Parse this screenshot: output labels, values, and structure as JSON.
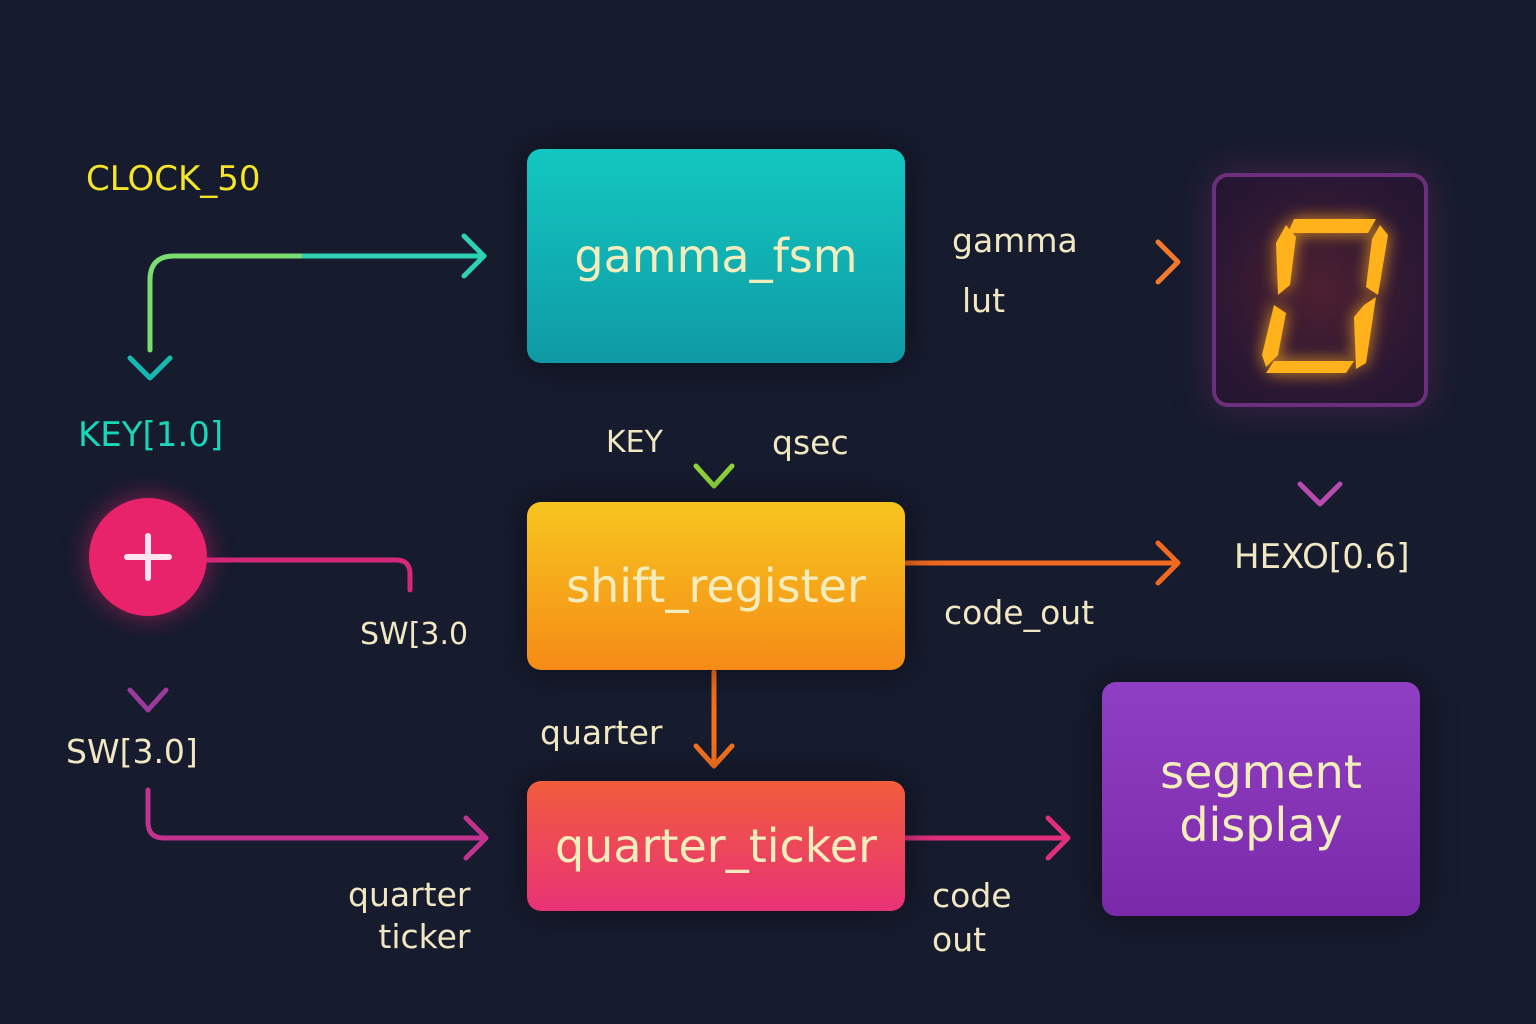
{
  "blocks": {
    "gamma_fsm": "gamma_fsm",
    "shift_register": "shift_register",
    "quarter_ticker": "quarter_ticker",
    "segment_display": "segment\ndisplay"
  },
  "signals": {
    "clock": "CLOCK_50",
    "key_bus": "KEY[1.0]",
    "sw_left": "SW[3.0]",
    "sw_mid": "SW[3.0",
    "gamma": "gamma",
    "lut": "lut",
    "key": "KEY",
    "qsec": "qsec",
    "hex": "HEXO[0.6]",
    "code_out": "code_out",
    "quarter": "quarter",
    "quarter_ticker_label": "quarter\nticker",
    "code_out_lower": "code\nout"
  },
  "hex_digit": "0",
  "colors": {
    "background": "#161b2e",
    "teal": "#13c7c0",
    "yellow": "#f7c51f",
    "orange": "#f58b16",
    "red": "#f25d3c",
    "pink": "#e8236b",
    "purple": "#8f3fc2",
    "segment_glow": "#ffb21c"
  },
  "icons": {
    "adder": "plus-icon"
  }
}
